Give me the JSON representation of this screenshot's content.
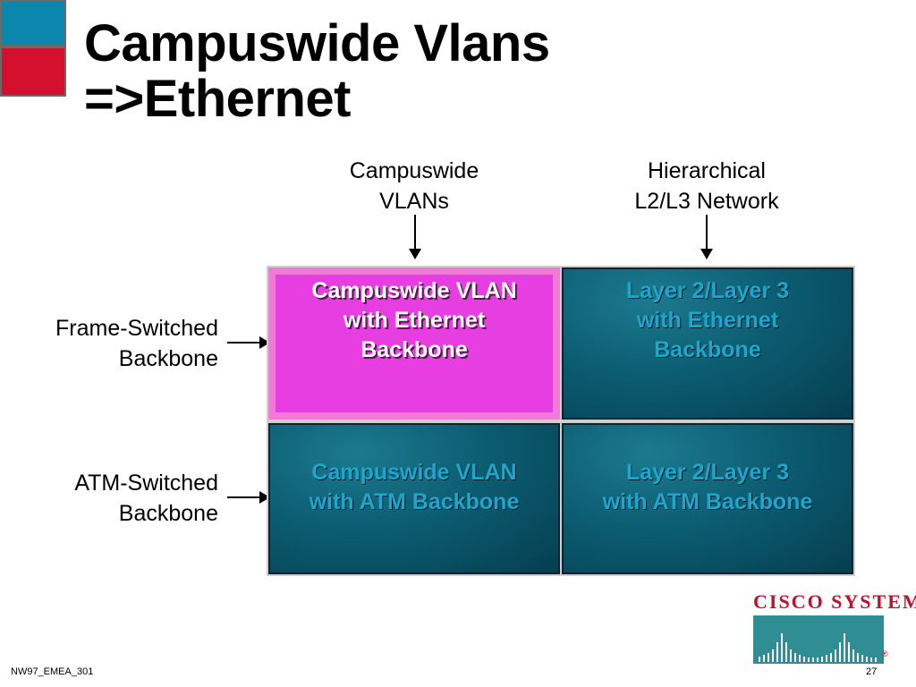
{
  "title": {
    "line1": "Campuswide Vlans",
    "line2": "=>Ethernet"
  },
  "columns": [
    {
      "label": "Campuswide\nVLANs"
    },
    {
      "label": "Hierarchical\nL2/L3 Network"
    }
  ],
  "rows": [
    {
      "label": "Frame-Switched\nBackbone"
    },
    {
      "label": "ATM-Switched\nBackbone"
    }
  ],
  "cells": {
    "top_left": "Campuswide VLAN\nwith Ethernet\nBackbone",
    "top_right": "Layer 2/Layer 3\nwith Ethernet\nBackbone",
    "bottom_left": "Campuswide VLAN\nwith ATM Backbone",
    "bottom_right": "Layer 2/Layer 3\nwith ATM Backbone"
  },
  "logo": {
    "text": "CISCO SYSTEMS",
    "registered": "®"
  },
  "footer": {
    "code": "NW97_EMEA_301",
    "page": "27"
  },
  "colors": {
    "highlight": "#e63ee0",
    "cell_bg": "#0c5d72",
    "cell_text": "#1fa6cc",
    "accent_red": "#d4102e",
    "accent_blue": "#0b86ad",
    "logo_red": "#c0102a",
    "logo_teal": "#2f8e93"
  }
}
